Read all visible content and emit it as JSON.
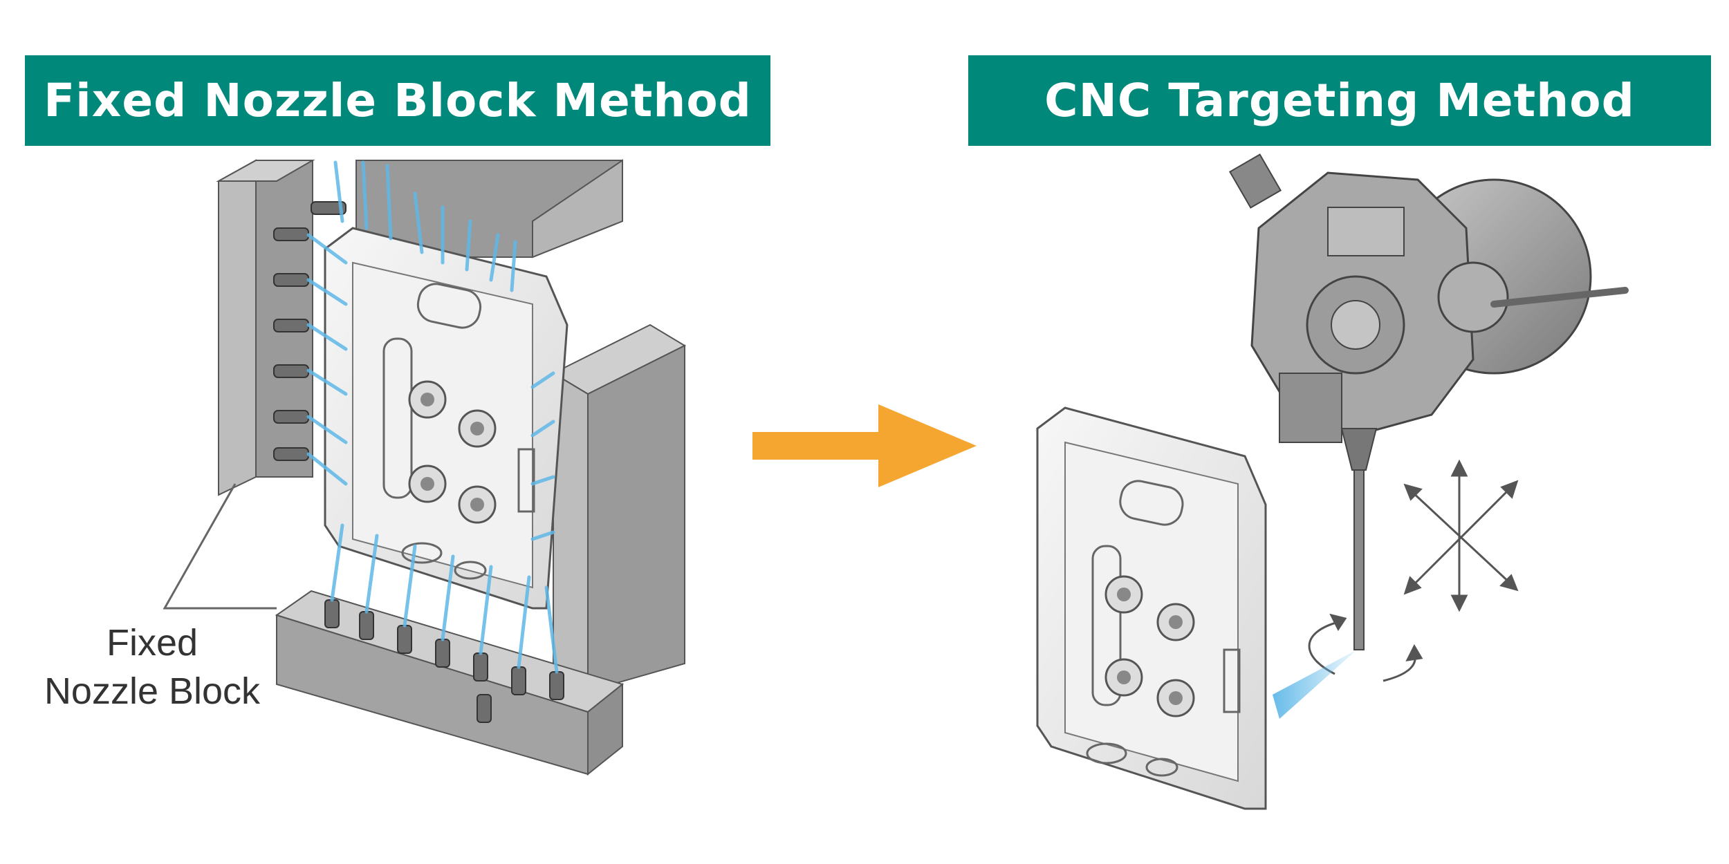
{
  "left_panel": {
    "title": "Fixed Nozzle Block Method",
    "callout": [
      "Fixed",
      "Nozzle Block"
    ]
  },
  "right_panel": {
    "title": "CNC Targeting Method"
  },
  "colors": {
    "banner": "#00897b",
    "arrow": "#f4a630",
    "spray": "#5fb8e8",
    "block": "#9a9a9a",
    "part": "#ececec"
  },
  "icons": [
    "arrow-right-icon",
    "motion-axes-icon",
    "rotation-icon"
  ]
}
